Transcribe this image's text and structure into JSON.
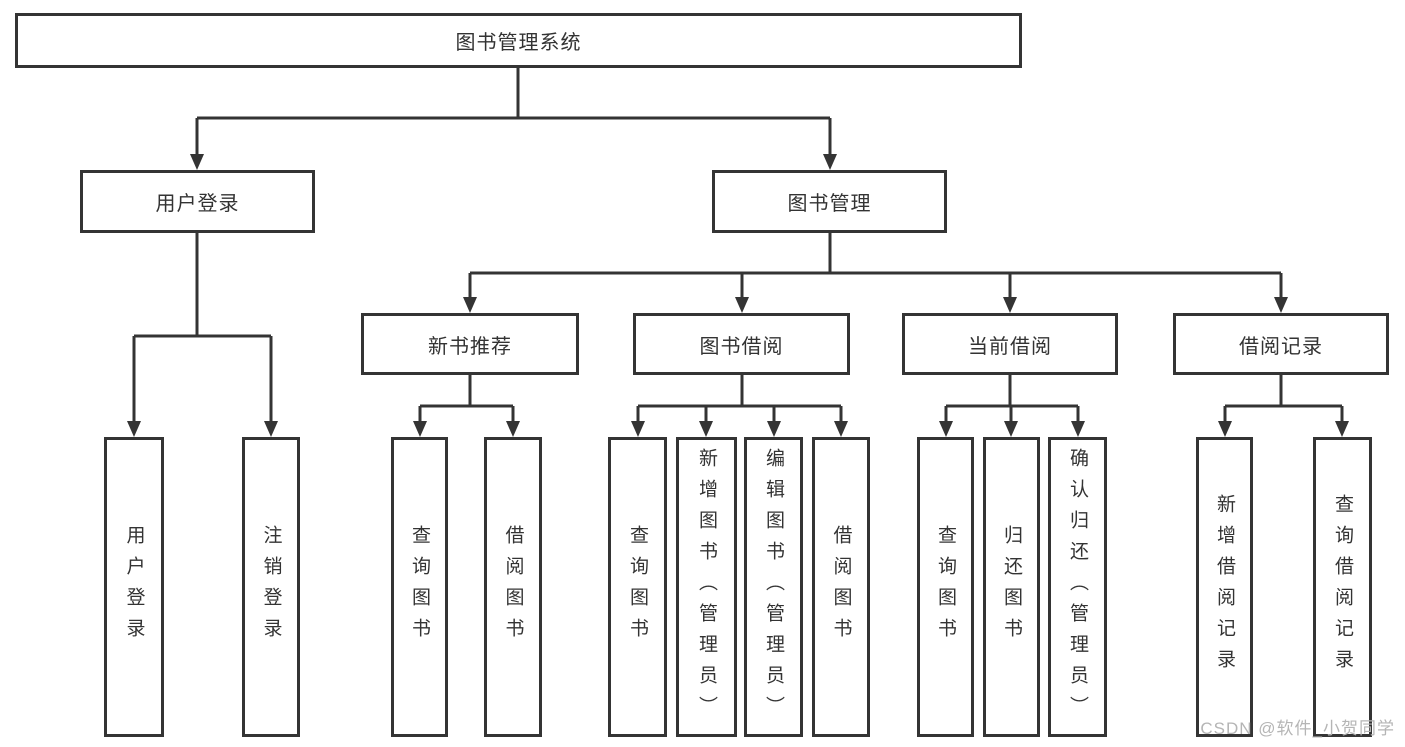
{
  "colors": {
    "line": "#343434",
    "box_border": "#343434",
    "text": "#333333",
    "watermark_text": "#b5b5b5",
    "background": "#ffffff"
  },
  "tree": {
    "root": "图书管理系统",
    "branches": [
      {
        "label": "用户登录",
        "children": [
          "用户登录",
          "注销登录"
        ]
      },
      {
        "label": "图书管理",
        "sections": [
          {
            "label": "新书推荐",
            "children": [
              "查询图书",
              "借阅图书"
            ]
          },
          {
            "label": "图书借阅",
            "children": [
              "查询图书",
              "新增图书（管理员）",
              "编辑图书（管理员）",
              "借阅图书"
            ]
          },
          {
            "label": "当前借阅",
            "children": [
              "查询图书",
              "归还图书",
              "确认归还（管理员）"
            ]
          },
          {
            "label": "借阅记录",
            "children": [
              "新增借阅记录",
              "查询借阅记录"
            ]
          }
        ]
      }
    ]
  },
  "watermark": "CSDN @软件_小贺同学"
}
